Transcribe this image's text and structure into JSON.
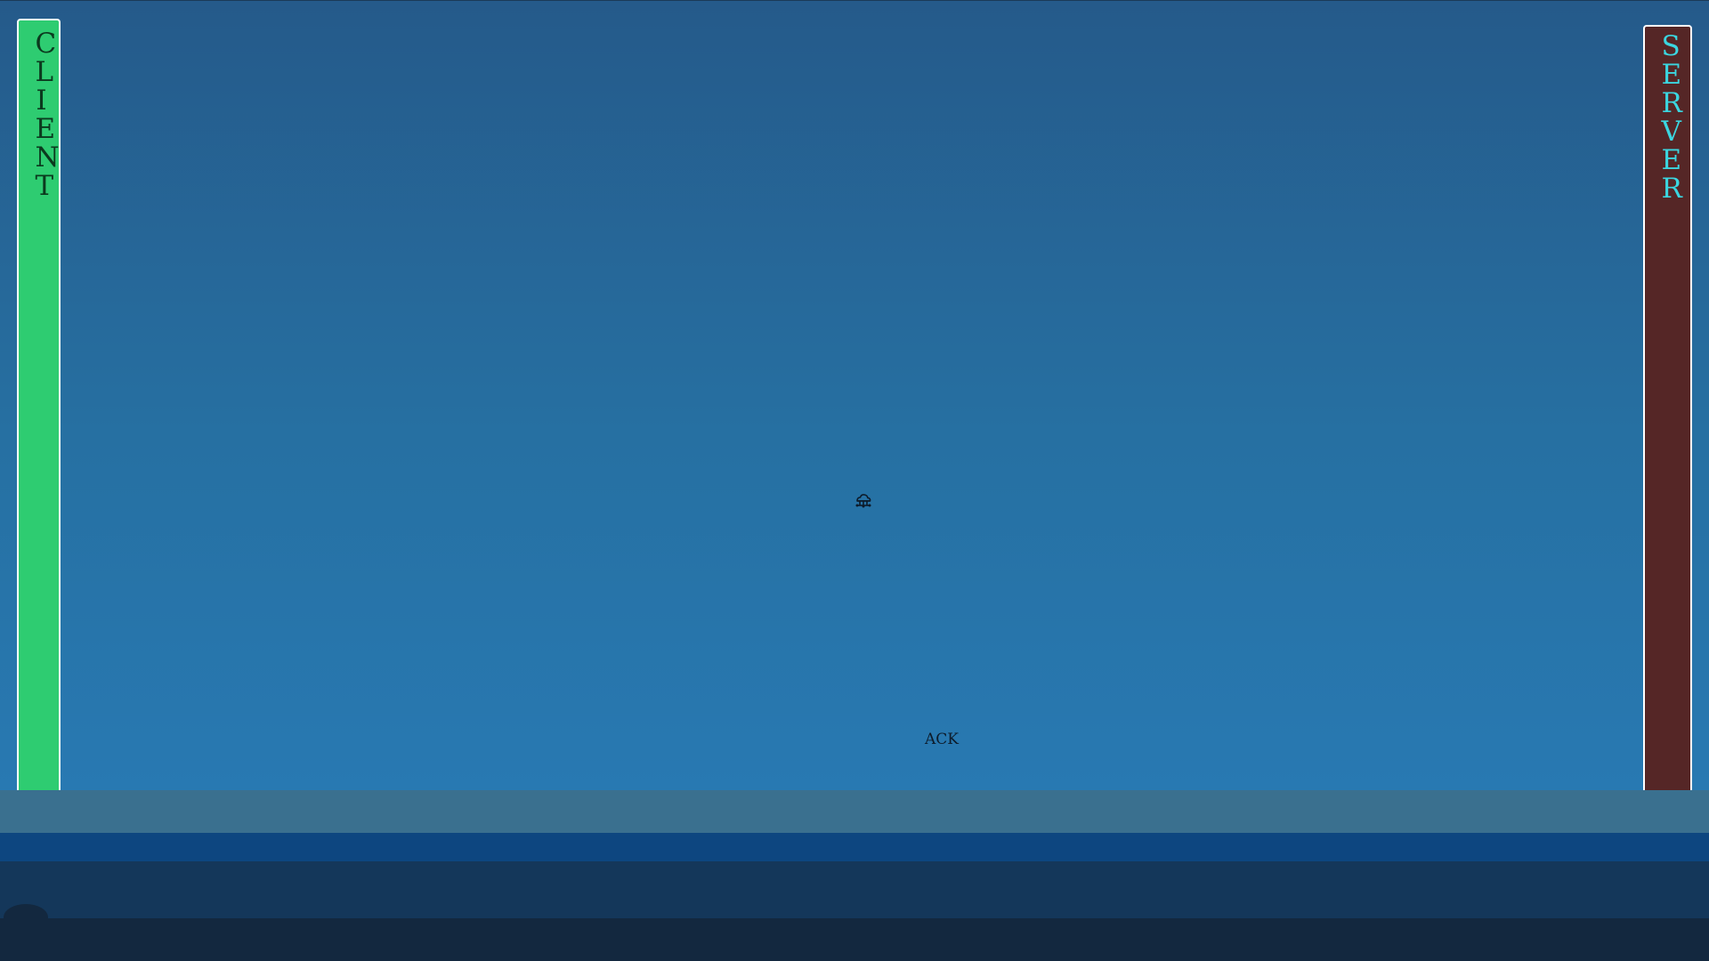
{
  "nodes": {
    "client": {
      "label": "CLIENT",
      "color": "#2ecc71"
    },
    "server": {
      "label": "SERVER",
      "color": "#552626"
    }
  },
  "packet": {
    "label": "ACK"
  },
  "icons": {
    "network": "cloud-network-icon"
  }
}
